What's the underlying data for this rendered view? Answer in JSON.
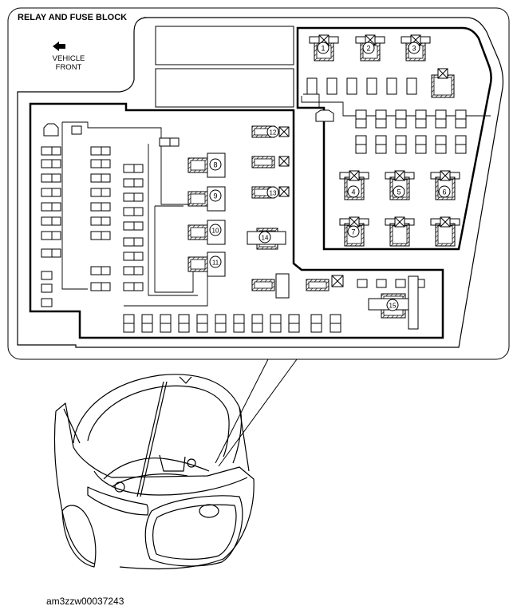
{
  "diagram": {
    "title": "RELAY AND FUSE BLOCK",
    "direction_label_line1": "VEHICLE",
    "direction_label_line2": "FRONT",
    "image_code": "am3zzw00037243",
    "callouts": [
      "1",
      "2",
      "3",
      "4",
      "5",
      "6",
      "7",
      "8",
      "9",
      "10",
      "11",
      "12",
      "13",
      "14",
      "15"
    ]
  },
  "colors": {
    "line": "#000000",
    "background": "#ffffff",
    "hatch": "#000000"
  }
}
